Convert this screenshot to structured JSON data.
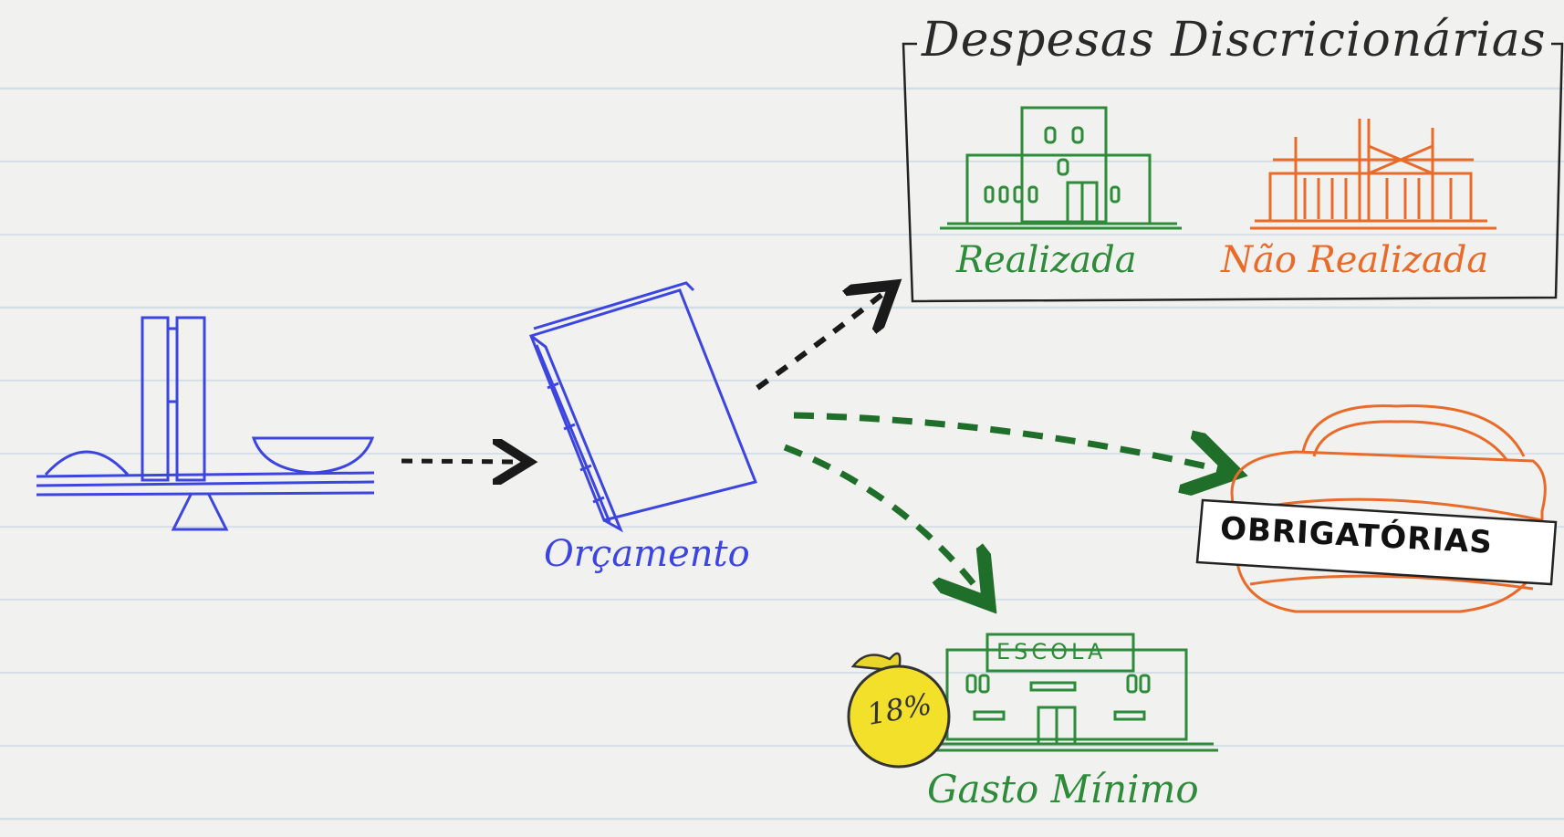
{
  "title": "Despesas Discricionárias",
  "discricionarias": {
    "realizada": "Realizada",
    "nao_realizada": "Não Realizada"
  },
  "orcamento": "Orçamento",
  "obrigatorias": "OBRIGATÓRIAS",
  "escola_sign": "ESCOLA",
  "percent": "18%",
  "gasto_minimo": "Gasto Mínimo",
  "colors": {
    "blue": "#3d45e0",
    "green": "#2e8b3a",
    "orange": "#e96b2a",
    "black": "#1a1a1a",
    "yellow": "#f2e02a"
  },
  "icons": [
    "congress-building-icon",
    "budget-book-icon",
    "school-building-icon",
    "construction-icon",
    "basket-icon",
    "money-bag-icon"
  ]
}
